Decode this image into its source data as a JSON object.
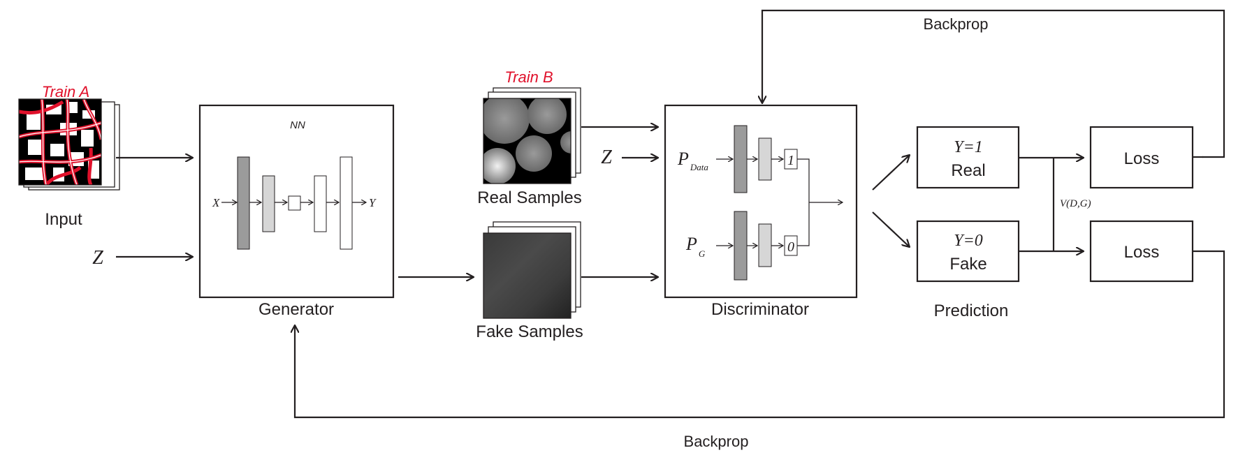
{
  "labels": {
    "backprop_top": "Backprop",
    "backprop_bottom": "Backprop",
    "train_a": "Train A",
    "train_b": "Train B",
    "input": "Input",
    "z": "Z",
    "nn": "NN",
    "x": "X",
    "y": "Y",
    "generator": "Generator",
    "real_samples": "Real Samples",
    "fake_samples": "Fake Samples",
    "discriminator": "Discriminator",
    "p": "P",
    "p_data_sub": "Data",
    "p_g_sub": "G",
    "one": "1",
    "zero": "0",
    "y_eq_1": "Y=1",
    "real": "Real",
    "y_eq_0": "Y=0",
    "fake": "Fake",
    "prediction": "Prediction",
    "loss_top": "Loss",
    "loss_bottom": "Loss",
    "v_dg": "V(D,G)"
  },
  "colors": {
    "stroke": "#231f20",
    "accent_red": "#e0112b",
    "layer_dark": "#9b9b9b",
    "layer_light": "#d6d6d6"
  }
}
